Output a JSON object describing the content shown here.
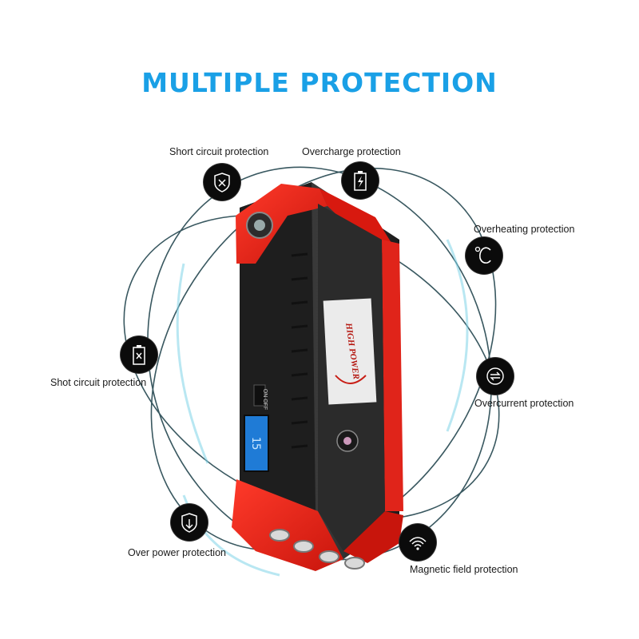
{
  "title": "MULTIPLE  PROTECTION",
  "device": {
    "brand_text": "HIGH POWER",
    "switch_text": "ON OFF"
  },
  "protections": [
    {
      "label": "Short circuit protection",
      "icon": "shield-x-icon"
    },
    {
      "label": "Overcharge protection",
      "icon": "battery-bolt-icon"
    },
    {
      "label": "Overheating protection",
      "icon": "celsius-icon"
    },
    {
      "label": "Shot circuit protection",
      "icon": "battery-x-icon"
    },
    {
      "label": "Overcurrent protection",
      "icon": "swap-arrows-icon"
    },
    {
      "label": "Over power protection",
      "icon": "shield-down-arrow-icon"
    },
    {
      "label": "Magnetic field protection",
      "icon": "wifi-signal-icon"
    }
  ]
}
